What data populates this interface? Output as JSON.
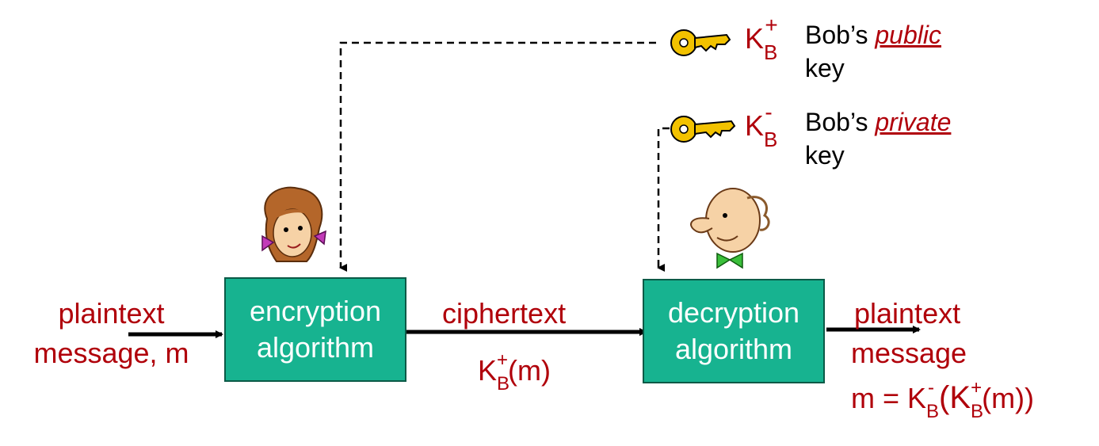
{
  "left_label": {
    "line1": "plaintext",
    "line2": "message, m"
  },
  "encryption_box": {
    "line1": "encryption",
    "line2": "algorithm"
  },
  "middle_label": {
    "line1": "ciphertext",
    "k": "K",
    "sup": "+",
    "sub": "B",
    "arg": "(m)"
  },
  "decryption_box": {
    "line1": "decryption",
    "line2": "algorithm"
  },
  "right_label": {
    "line1": "plaintext",
    "line2": "message",
    "eq_prefix": "m = K",
    "sup1": "-",
    "sub1": "B",
    "open": "(K",
    "sup2": "+",
    "sub2": "B",
    "close": "(m))"
  },
  "public_key": {
    "k": "K",
    "sup": "+",
    "sub": "B",
    "owner": "Bob’s ",
    "kind": "public",
    "word": "key"
  },
  "private_key": {
    "k": "K",
    "sup": "-",
    "sub": "B",
    "owner": "Bob’s ",
    "kind": "private",
    "word": "key"
  },
  "colors": {
    "accent_red": "#b0000a",
    "box_fill": "#17b390",
    "key_gold": "#f2c200"
  }
}
